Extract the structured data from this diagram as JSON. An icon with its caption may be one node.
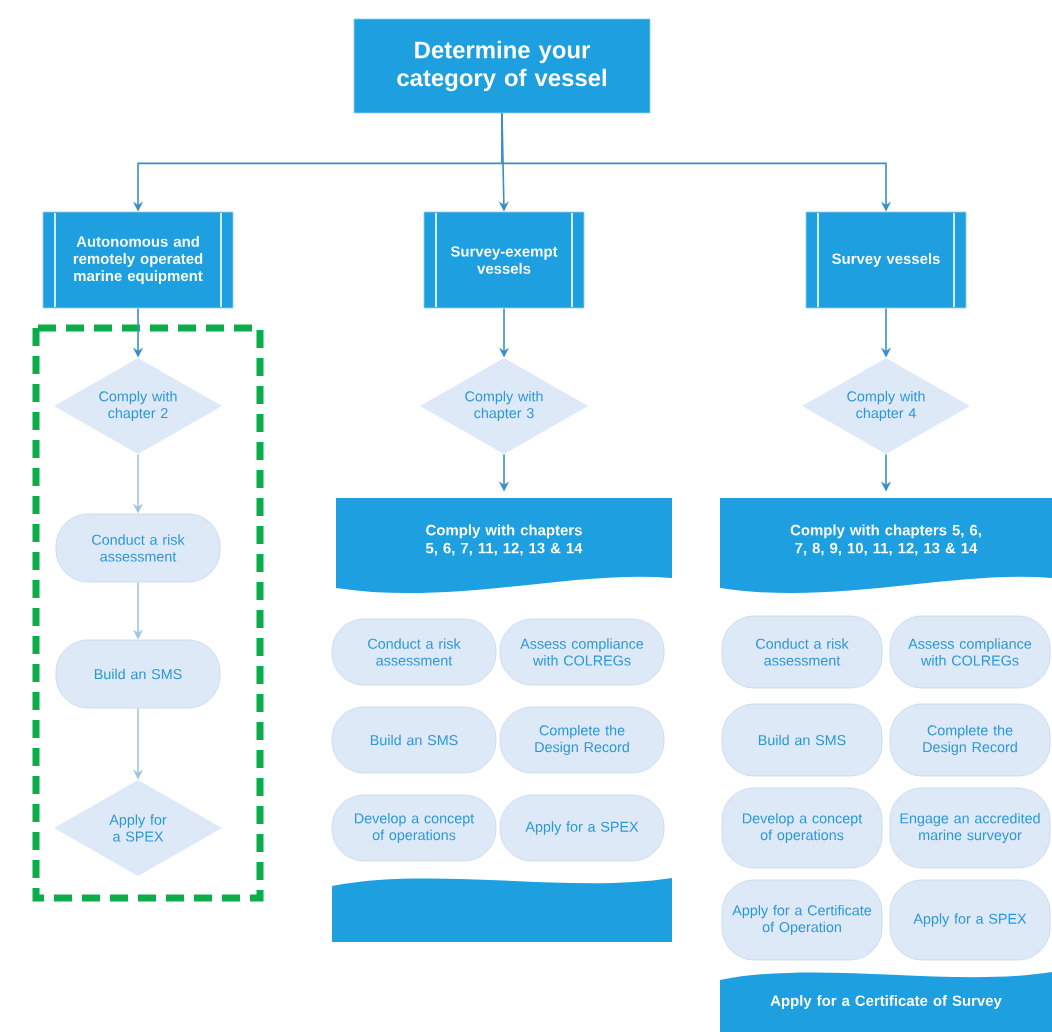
{
  "diagram": {
    "nodes": [
      {
        "text": [
          "Determine your category of vessel"
        ]
      },
      {
        "text": [
          "Autonomous and remotely operated marine equipment"
        ]
      },
      {
        "text": [
          "Survey-exempt vessels"
        ]
      },
      {
        "text": [
          "Survey vessels"
        ]
      },
      {
        "text": [
          "Comply with chapter 2"
        ]
      },
      {
        "text": [
          "Conduct a risk assessment"
        ]
      },
      {
        "text": [
          "Build an SMS"
        ]
      },
      {
        "text": [
          "Apply for a SPEX"
        ]
      },
      {
        "text": [
          "Comply with chapter 3"
        ]
      },
      {
        "text": [
          "Comply with chapters 5, 6, 7, 11, 12, 13 & 14"
        ]
      },
      {
        "text": [
          "Conduct a risk assessment"
        ]
      },
      {
        "text": [
          "Assess compliance with COLREGs"
        ]
      },
      {
        "text": [
          "Build an SMS"
        ]
      },
      {
        "text": [
          "Complete the Design Record"
        ]
      },
      {
        "text": [
          "Develop a concept of operations"
        ]
      },
      {
        "text": [
          "Apply for a SPEX"
        ]
      },
      {
        "text": [],
        "shape": "banner"
      },
      {
        "text": [
          "Comply with chapter 4"
        ]
      },
      {
        "text": [
          "Comply with chapters 5, 6, 7, 8, 9, 10, 11, 12, 13 & 14"
        ]
      },
      {
        "text": [
          "Conduct a risk assessment"
        ]
      },
      {
        "text": [
          "Assess compliance with COLREGs"
        ]
      },
      {
        "text": [
          "Build an SMS"
        ]
      },
      {
        "text": [
          "Complete the Design Record"
        ]
      },
      {
        "text": [
          "Develop a concept of operations"
        ]
      },
      {
        "text": [
          "Engage an accredited marine surveyor"
        ]
      },
      {
        "text": [
          "Apply for a Certificate of Operation"
        ]
      },
      {
        "text": [
          "Apply for a SPEX"
        ]
      },
      {
        "text": [
          "Apply for a Certificate of Survey"
        ]
      }
    ],
    "edges": [
      {
        "from": 0,
        "to": 1,
        "arrow": "to"
      },
      {
        "from": 0,
        "to": 2,
        "arrow": "to"
      },
      {
        "from": 0,
        "to": 3,
        "arrow": "to"
      },
      {
        "from": 1,
        "to": 4,
        "arrow": "to"
      },
      {
        "from": 4,
        "to": 5,
        "arrow": "to",
        "color": "#a3c6de"
      },
      {
        "from": 5,
        "to": 6,
        "arrow": "to",
        "color": "#a3c6de"
      },
      {
        "from": 6,
        "to": 7,
        "arrow": "to",
        "color": "#a3c6de"
      },
      {
        "from": 2,
        "to": 8,
        "arrow": "to"
      },
      {
        "from": 8,
        "to": 9,
        "arrow": "to"
      },
      {
        "from": 3,
        "to": 17,
        "arrow": "to"
      },
      {
        "from": 17,
        "to": 18,
        "arrow": "to"
      }
    ]
  }
}
